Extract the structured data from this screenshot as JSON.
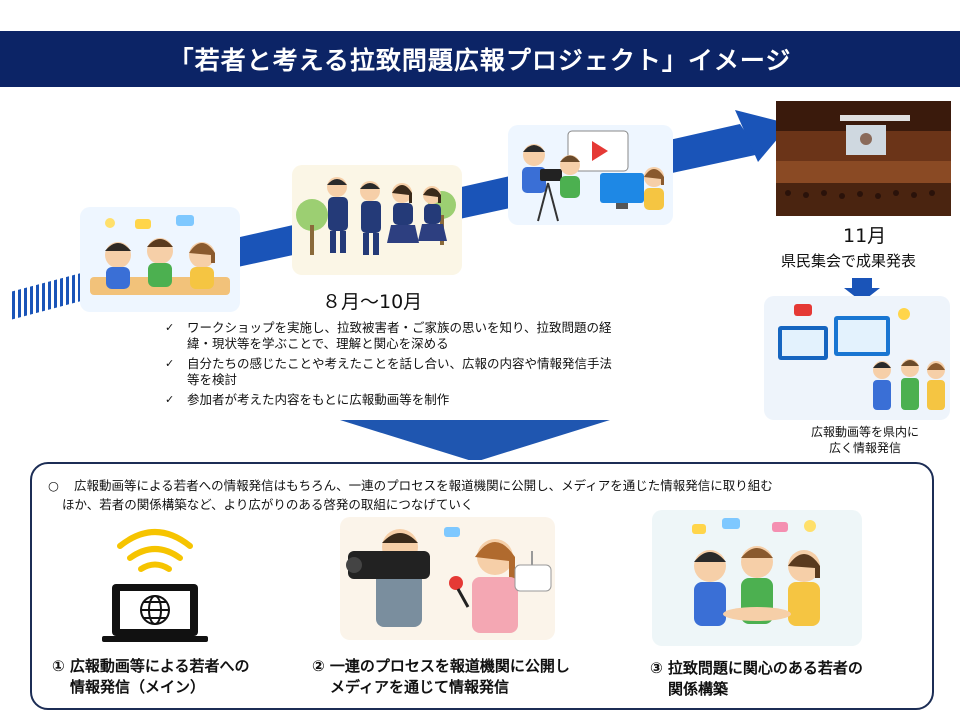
{
  "title": "「若者と考える拉致問題広報プロジェクト」イメージ",
  "period_label": "８月～10月",
  "checkmark": "✓",
  "checks": [
    {
      "text1": "ワークショップを実施し、拉致被害者・ご家族の思いを知り、拉致問題の経",
      "text2": "緯・現状等を学ぶことで、理解と関心を深める"
    },
    {
      "text1": "自分たちの感じたことや考えたことを話し合い、広報の内容や情報発信手法",
      "text2": "等を検討"
    },
    {
      "text1": "参加者が考えた内容をもとに広報動画等を制作",
      "text2": ""
    }
  ],
  "november": {
    "month": "11月",
    "event": "県民集会で成果発表"
  },
  "spread_caption": {
    "line1": "広報動画等を県内に",
    "line2": "広く情報発信"
  },
  "summary": {
    "bullet": "○",
    "line1": "広報動画等による若者への情報発信はもちろん、一連のプロセスを報道機関に公開し、メディアを通じた情報発信に取り組む",
    "line2": "ほか、若者の関係構築など、より広がりのある啓発の取組につなげていく"
  },
  "outcomes": [
    {
      "line1": "① 広報動画等による若者への",
      "line2": "情報発信（メイン）"
    },
    {
      "line1": "② 一連のプロセスを報道機関に公開し",
      "line2": "メディアを通じて情報発信"
    },
    {
      "line1": "③ 拉致問題に関心のある若者の",
      "line2": "関係構築"
    }
  ],
  "icons": [
    "wifi-signal-icon",
    "laptop-icon",
    "globe-icon",
    "video-camera-icon",
    "microphone-icon",
    "play-icon",
    "lightbulb-icon",
    "broadcast-van-icon"
  ],
  "colors": {
    "title_bg": "#0c2466",
    "arrow_blue": "#1a54b8",
    "funnel_blue": "#1f56b0",
    "text": "#111111",
    "box_border": "#1c2d55"
  }
}
